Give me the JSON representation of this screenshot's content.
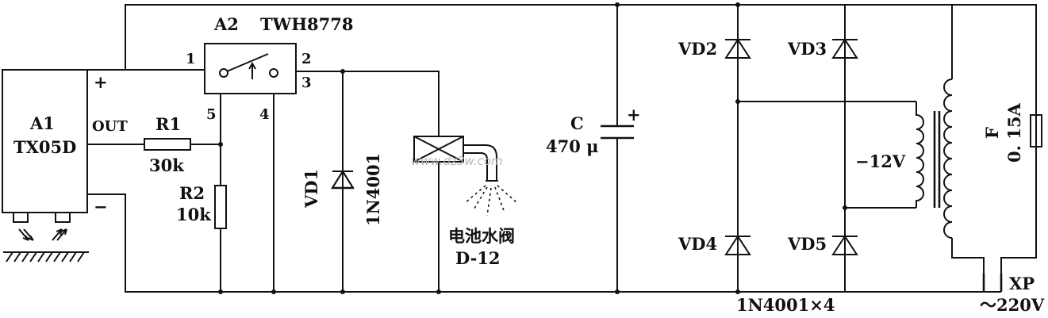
{
  "components": {
    "sensor": {
      "ref": "A1",
      "part": "TX05D",
      "pin_plus": "+",
      "pin_out": "OUT",
      "pin_minus": "−"
    },
    "relay": {
      "ref": "A2",
      "part": "TWH8778",
      "pin1": "1",
      "pin2": "2",
      "pin3": "3",
      "pin4": "4",
      "pin5": "5"
    },
    "r1": {
      "ref": "R1",
      "value": "30k"
    },
    "r2": {
      "ref": "R2",
      "value": "10k"
    },
    "vd1": {
      "ref": "VD1",
      "part": "1N4001"
    },
    "valve": {
      "name": "电池水阀",
      "model": "D-12"
    },
    "capacitor": {
      "ref": "C",
      "value": "470 μ",
      "polarity": "+"
    },
    "bridge": {
      "vd2": "VD2",
      "vd3": "VD3",
      "vd4": "VD4",
      "vd5": "VD5",
      "part": "1N4001×4"
    },
    "transformer": {
      "secondary": "−12V"
    },
    "fuse": {
      "ref": "F",
      "value": "0. 15A"
    },
    "plug": {
      "ref": "XP",
      "voltage": "～220V"
    }
  },
  "watermark": "www.dz3w.com"
}
